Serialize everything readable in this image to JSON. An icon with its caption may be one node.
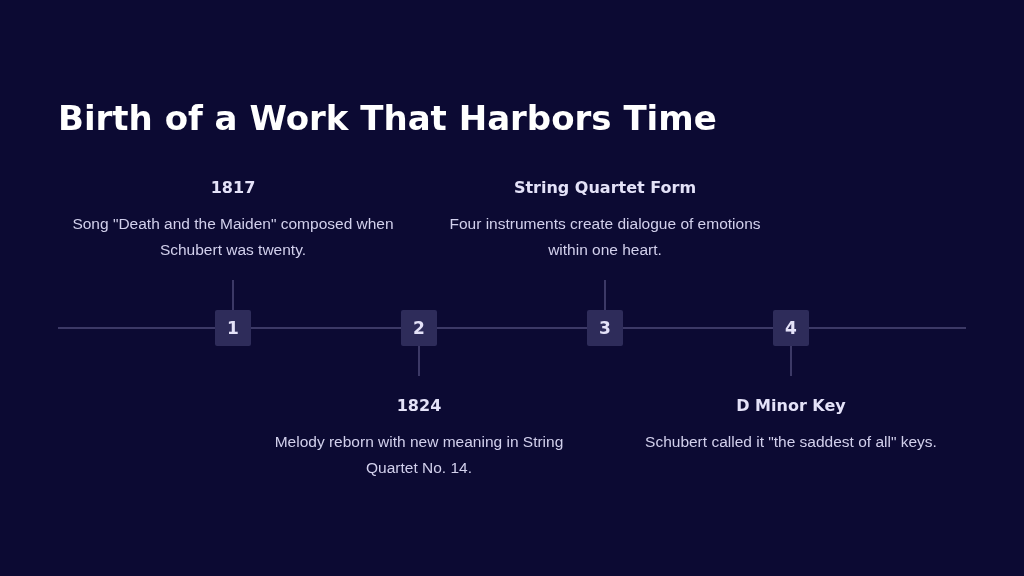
{
  "diagram": {
    "title": "Birth of a Work That Harbors Time",
    "nodes": [
      {
        "text": [
          "1817",
          "Song \"Death and the Maiden\" composed when Schubert was twenty."
        ]
      },
      {
        "text": [
          "String Quartet Form",
          "Four instruments create dialogue of emotions within one heart."
        ]
      },
      {
        "text": [
          "1"
        ]
      },
      {
        "text": [
          "2"
        ]
      },
      {
        "text": [
          "3"
        ]
      },
      {
        "text": [
          "4"
        ]
      },
      {
        "text": [
          "1824",
          "Melody reborn with new meaning in String Quartet No. 14."
        ]
      },
      {
        "text": [
          "D Minor Key",
          "Schubert called it \"the saddest of all\" keys."
        ]
      }
    ],
    "edges": [
      {
        "from": 0,
        "to": 2,
        "arrow": "none"
      },
      {
        "from": 1,
        "to": 4,
        "arrow": "none"
      },
      {
        "from": 3,
        "to": 6,
        "arrow": "none"
      },
      {
        "from": 5,
        "to": 7,
        "arrow": "none"
      },
      {
        "from": null,
        "to": 2,
        "arrow": "none"
      },
      {
        "from": 2,
        "to": 3,
        "arrow": "none"
      },
      {
        "from": 3,
        "to": 4,
        "arrow": "none"
      },
      {
        "from": 4,
        "to": 5,
        "arrow": "none"
      },
      {
        "from": 5,
        "to": null,
        "arrow": "none"
      }
    ]
  }
}
